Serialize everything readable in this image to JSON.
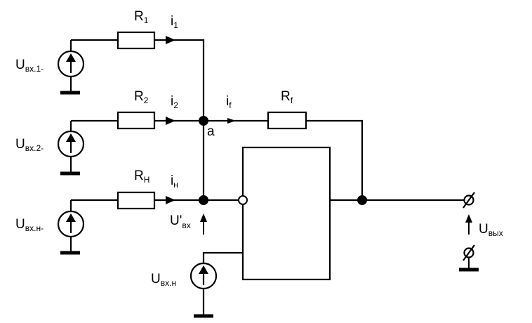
{
  "resistors": {
    "r1": {
      "main": "R",
      "sub": "1"
    },
    "r2": {
      "main": "R",
      "sub": "2"
    },
    "rn": {
      "main": "R",
      "sub": "H"
    },
    "rf": {
      "main": "R",
      "sub": "f"
    }
  },
  "currents": {
    "i1": {
      "main": "i",
      "sub": "1"
    },
    "i2": {
      "main": "i",
      "sub": "2"
    },
    "in": {
      "main": "i",
      "sub": "н"
    },
    "if": {
      "main": "i",
      "sub": "f"
    }
  },
  "sources": {
    "u1": {
      "main": "U",
      "sub": "вх.1-"
    },
    "u2": {
      "main": "U",
      "sub": "вх.2-"
    },
    "un_inv": {
      "main": "U",
      "sub": "вх.н-"
    },
    "un_noninv": {
      "main": "U",
      "sub": "вх.н"
    }
  },
  "node_a": "a",
  "u_in_prime": {
    "main": "U'",
    "sub": "вх"
  },
  "u_out": {
    "main": "U",
    "sub": "вых"
  }
}
